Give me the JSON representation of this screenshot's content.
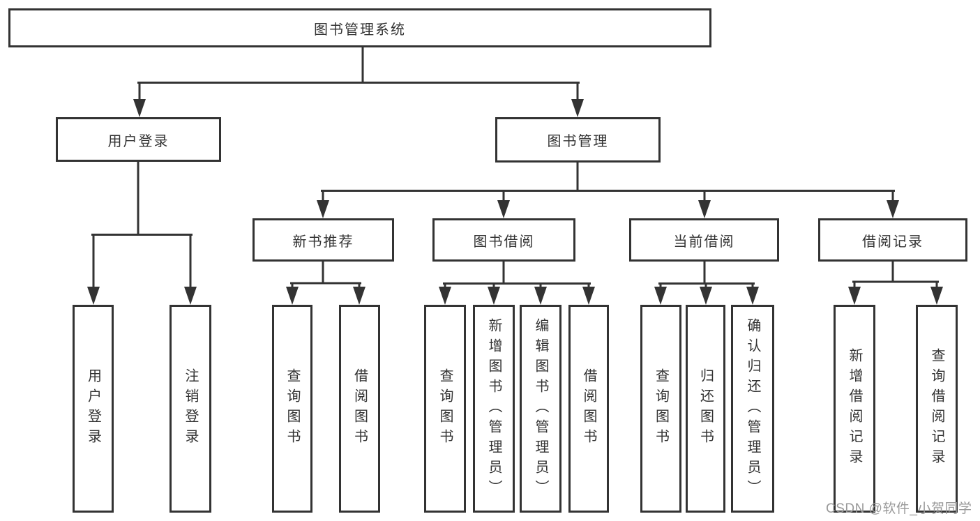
{
  "tree": {
    "root": {
      "label": "图书管理系统",
      "children": [
        {
          "label": "用户登录",
          "children": [
            {
              "label": "用户登录"
            },
            {
              "label": "注销登录"
            }
          ]
        },
        {
          "label": "图书管理",
          "children": [
            {
              "label": "新书推荐",
              "children": [
                {
                  "label": "查询图书"
                },
                {
                  "label": "借阅图书"
                }
              ]
            },
            {
              "label": "图书借阅",
              "children": [
                {
                  "label": "查询图书"
                },
                {
                  "label": "新增图书（管理员）"
                },
                {
                  "label": "编辑图书（管理员）"
                },
                {
                  "label": "借阅图书"
                }
              ]
            },
            {
              "label": "当前借阅",
              "children": [
                {
                  "label": "查询图书"
                },
                {
                  "label": "归还图书"
                },
                {
                  "label": "确认归还（管理员）"
                }
              ]
            },
            {
              "label": "借阅记录",
              "children": [
                {
                  "label": "新增借阅记录"
                },
                {
                  "label": "查询借阅记录"
                }
              ]
            }
          ]
        }
      ]
    }
  },
  "watermark": {
    "text": "CSDN @软件_小贺同学"
  },
  "colors": {
    "line": "#333333",
    "text": "#333333",
    "box_fill": "#ffffff",
    "background": "#ffffff",
    "watermark": "#999999"
  }
}
